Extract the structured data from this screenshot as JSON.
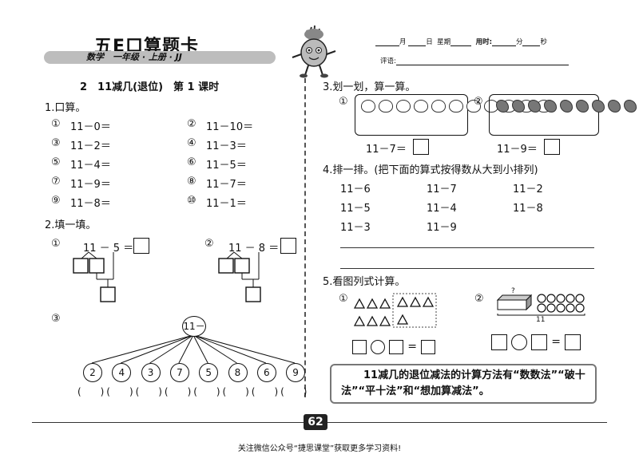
{
  "header": {
    "title": "五E口算题卡",
    "subject": "数学　一年级 · 上册 · JJ",
    "date_line": {
      "month": "月",
      "day": "日",
      "week": "星期",
      "time_label": "用时:",
      "minute": "分",
      "second": "秒"
    },
    "comment_label": "评语:"
  },
  "lesson_title": "2　11减几(退位)　第 1 课时",
  "q1": {
    "label": "1.口算。",
    "items": [
      {
        "num": "①",
        "expr": "11－0＝"
      },
      {
        "num": "②",
        "expr": "11－10＝"
      },
      {
        "num": "③",
        "expr": "11－2＝"
      },
      {
        "num": "④",
        "expr": "11－3＝"
      },
      {
        "num": "⑤",
        "expr": "11－4＝"
      },
      {
        "num": "⑥",
        "expr": "11－5＝"
      },
      {
        "num": "⑦",
        "expr": "11－9＝"
      },
      {
        "num": "⑧",
        "expr": "11－7＝"
      },
      {
        "num": "⑨",
        "expr": "11－8＝"
      },
      {
        "num": "⑩",
        "expr": "11－1＝"
      }
    ]
  },
  "q2": {
    "label": "2.填一填。",
    "part1": {
      "num": "①",
      "expr": "11 － 5 ＝"
    },
    "part2": {
      "num": "②",
      "expr": "11 － 8 ＝"
    },
    "part3": {
      "num": "③",
      "root": "11－",
      "leaves": [
        "2",
        "4",
        "3",
        "7",
        "5",
        "8",
        "6",
        "9"
      ],
      "blank": "(　　)"
    }
  },
  "q3": {
    "label": "3.划一划，算一算。",
    "part1": {
      "num": "①",
      "expr": "11－7＝"
    },
    "part2": {
      "num": "②",
      "expr": "11－9＝"
    }
  },
  "q4": {
    "label": "4.排一排。(把下面的算式按得数从大到小排列)",
    "rows": [
      [
        "11－6",
        "11－7",
        "11－2"
      ],
      [
        "11－5",
        "11－4",
        "11－8"
      ],
      [
        "11－3",
        "11－9",
        ""
      ]
    ]
  },
  "q5": {
    "label": "5.看图列式计算。",
    "part1": {
      "num": "①"
    },
    "part2": {
      "num": "②",
      "question_mark": "?",
      "total": "11"
    }
  },
  "tip": "11减几的退位减法的计算方法有“数数法”“破十法”“平十法”和“想加算减法”。",
  "page_number": "62",
  "footer": "关注微信公众号“捷思课堂”获取更多学习资料!"
}
